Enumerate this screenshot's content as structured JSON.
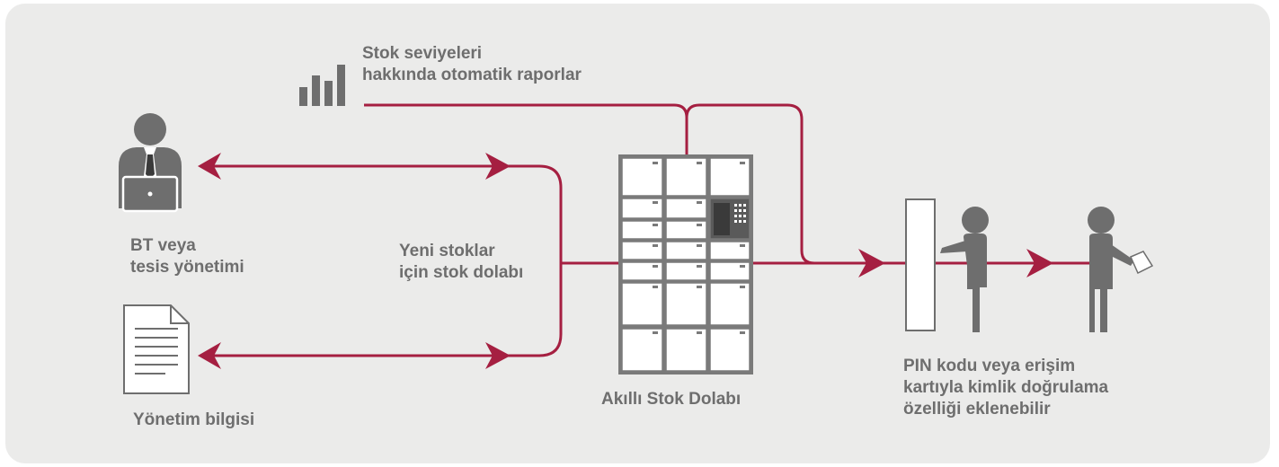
{
  "diagram": {
    "labels": {
      "reports": "Stok seviyeleri\nhakkında otomatik raporlar",
      "management": "BT veya\ntesis yönetimi",
      "new_stock": "Yeni stoklar\niçin stok dolabı",
      "management_info": "Yönetim bilgisi",
      "cabinet": "Akıllı Stok Dolabı",
      "auth": "PIN kodu veya erişim\nkartıyla kimlik doğrulama\nözelliği eklenebilir"
    },
    "icons": [
      "bar-chart-icon",
      "person-laptop-icon",
      "document-icon",
      "smart-locker-icon",
      "access-gate-icon",
      "person-icon",
      "person-with-card-icon"
    ],
    "colors": {
      "flow_line": "#a51f41",
      "icon_gray": "#6e6e6e",
      "background": "#ebebea"
    }
  }
}
